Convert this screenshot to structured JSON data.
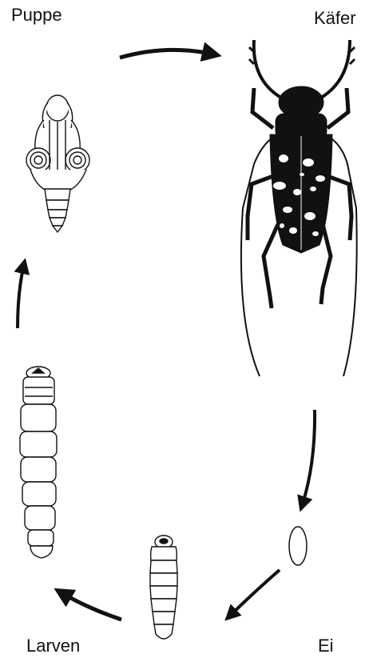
{
  "labels": {
    "pupa": "Puppe",
    "beetle": "Käfer",
    "egg": "Ei",
    "larvae": "Larven"
  },
  "colors": {
    "ink": "#111111",
    "background": "#ffffff",
    "spot": "#ffffff"
  },
  "icons": {
    "stages": [
      "pupa-illustration",
      "beetle-illustration",
      "egg-illustration",
      "small-larva-illustration",
      "large-larva-illustration"
    ],
    "arrows": [
      "arrow-pupa-to-beetle",
      "arrow-beetle-to-egg",
      "arrow-egg-to-larva",
      "arrow-larva-to-larvae",
      "arrow-larva-to-pupa"
    ]
  }
}
